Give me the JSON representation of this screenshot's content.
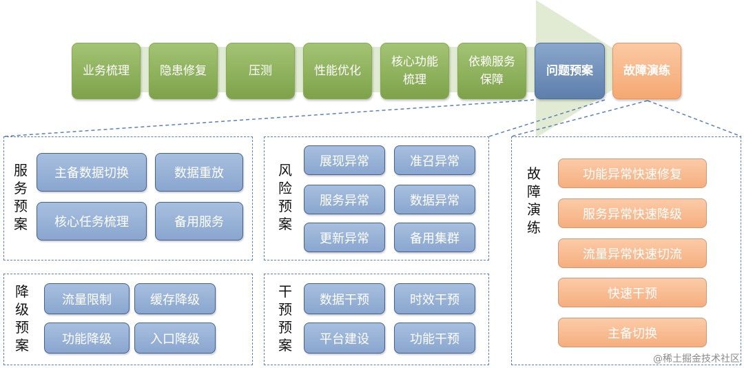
{
  "flow": {
    "steps": [
      {
        "label": "业务梳理"
      },
      {
        "label": "隐患修复"
      },
      {
        "label": "压测"
      },
      {
        "label": "性能优化"
      },
      {
        "label": "核心功能\n梳理"
      },
      {
        "label": "依赖服务\n保障"
      },
      {
        "label": "问题预案"
      },
      {
        "label": "故障演练"
      }
    ]
  },
  "panels": {
    "service": {
      "label": "服务预案",
      "items": [
        "主备数据切换",
        "数据重放",
        "核心任务梳理",
        "备用服务"
      ]
    },
    "risk": {
      "label": "风险预案",
      "items": [
        "展现异常",
        "准召异常",
        "服务异常",
        "数据异常",
        "更新异常",
        "备用集群"
      ]
    },
    "degrade": {
      "label": "降级预案",
      "items": [
        "流量限制",
        "缓存降级",
        "功能降级",
        "入口降级"
      ]
    },
    "intervene": {
      "label": "干预预案",
      "items": [
        "数据干预",
        "时效干预",
        "平台建设",
        "功能干预"
      ]
    },
    "drill": {
      "label": "故障演练",
      "items": [
        "功能异常快速修复",
        "服务异常快速降级",
        "流量异常快速切流",
        "快速干预",
        "主备切换"
      ]
    }
  },
  "colors": {
    "arrow": "#e1ebd3",
    "green": "#7ea24b",
    "blue": "#5d7fac",
    "orange": "#f5a872",
    "dashed": "#5a7fb6"
  },
  "watermark": "@稀土掘金技术社区"
}
